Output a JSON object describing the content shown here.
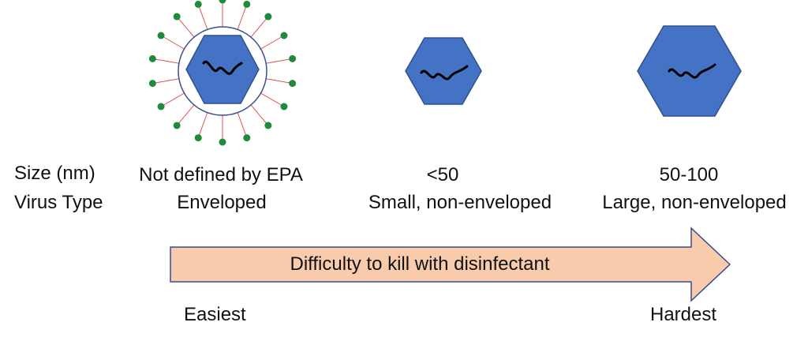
{
  "labels": {
    "size_header": "Size (nm)",
    "type_header": "Virus Type"
  },
  "viruses": [
    {
      "size": "Not defined by EPA",
      "type": "Enveloped",
      "icon": "enveloped-virus-icon"
    },
    {
      "size": "<50",
      "type": "Small, non-enveloped",
      "icon": "small-virus-icon"
    },
    {
      "size": "50-100",
      "type": "Large, non-enveloped",
      "icon": "large-virus-icon"
    }
  ],
  "arrow": {
    "label": "Difficulty to kill with disinfectant",
    "start_label": "Easiest",
    "end_label": "Hardest"
  },
  "colors": {
    "capsid_fill": "#4472C4",
    "capsid_stroke": "#2F528F",
    "spike_head": "#1E8A3C",
    "spike_line": "#E05050",
    "envelope": "#3A4E8C",
    "arrow_fill": "#F8CBAD",
    "arrow_stroke": "#3C4C8C"
  }
}
